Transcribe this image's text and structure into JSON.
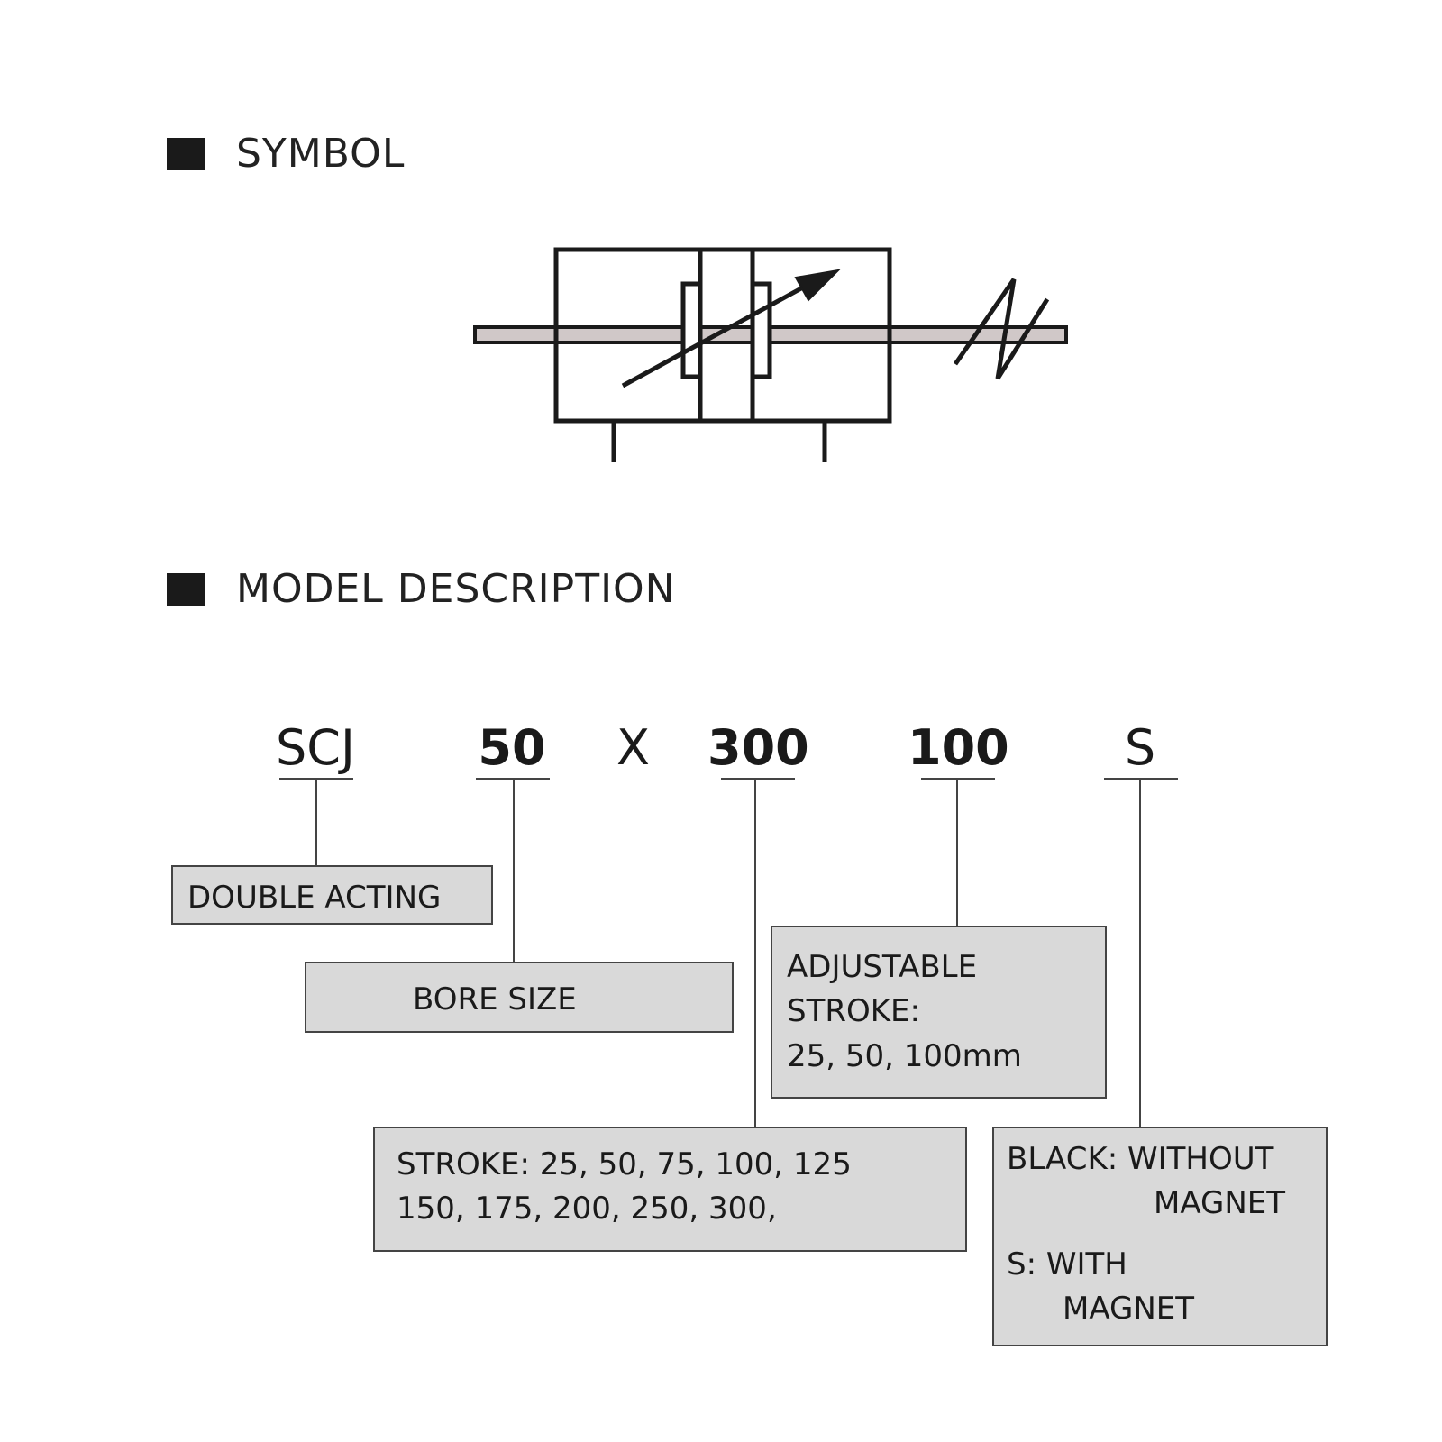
{
  "sections": {
    "symbol": {
      "title": "SYMBOL"
    },
    "model": {
      "title": "MODEL DESCRIPTION"
    }
  },
  "model_code": {
    "segments": [
      {
        "text": "SCJ"
      },
      {
        "text": "50"
      },
      {
        "text": "X"
      },
      {
        "text": "300"
      },
      {
        "text": "100"
      },
      {
        "text": "S"
      }
    ]
  },
  "boxes": {
    "double_acting": {
      "text": "DOUBLE ACTING"
    },
    "bore_size": {
      "text": "BORE SIZE"
    },
    "adjustable": {
      "line1": "ADJUSTABLE",
      "line2": "STROKE:",
      "line3": "25, 50, 100mm"
    },
    "stroke": {
      "line1": "STROKE: 25, 50, 75, 100, 125",
      "line2": "150, 175, 200, 250, 300,"
    },
    "magnet": {
      "line1": "BLACK: WITHOUT",
      "line2": "MAGNET",
      "line3": "S: WITH",
      "line4": "MAGNET"
    }
  },
  "colors": {
    "box_fill": "#d9d9d9",
    "ink": "#1a1a1a"
  }
}
